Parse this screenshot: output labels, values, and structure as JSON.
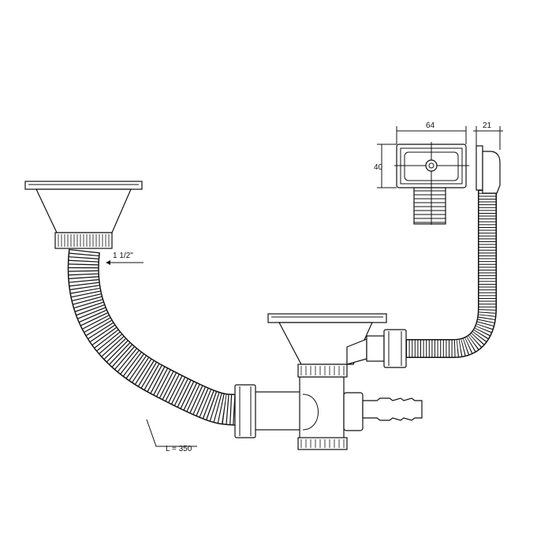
{
  "dimensions": {
    "overflow_width": "64",
    "overflow_depth": "21",
    "overflow_height": "40",
    "pipe_size": "1 1/2\"",
    "hose_length": "L = 350"
  },
  "colors": {
    "line": "#111111",
    "background": "#ffffff"
  }
}
